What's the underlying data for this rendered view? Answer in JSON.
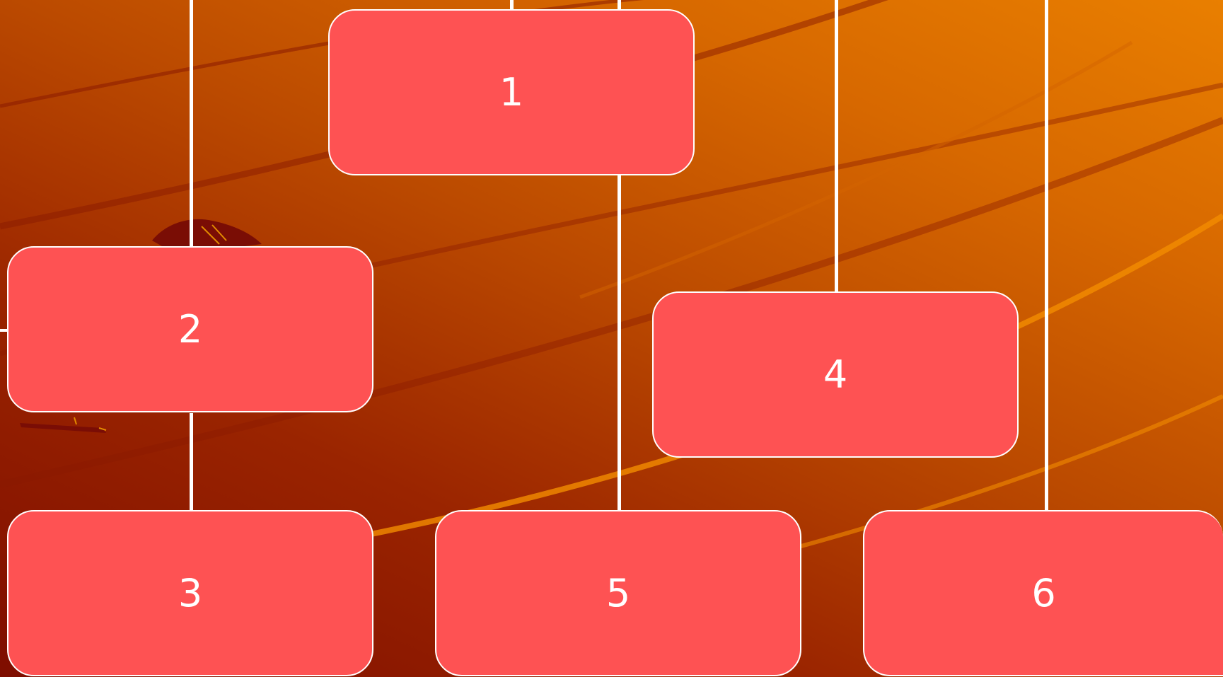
{
  "diagram": {
    "nodes": [
      {
        "id": "n1",
        "label": "1"
      },
      {
        "id": "n2",
        "label": "2"
      },
      {
        "id": "n3",
        "label": "3"
      },
      {
        "id": "n4",
        "label": "4"
      },
      {
        "id": "n5",
        "label": "5"
      },
      {
        "id": "n6",
        "label": "6"
      }
    ],
    "edges": [
      {
        "from": "1",
        "to": "5"
      },
      {
        "from": "2",
        "to": "3"
      }
    ]
  },
  "colors": {
    "node_fill": "#fe5253",
    "node_border": "#ffffff",
    "node_text": "#ffffff",
    "connector": "#ffffff",
    "background_dark": "#7e0d00",
    "background_light": "#e97f00"
  }
}
